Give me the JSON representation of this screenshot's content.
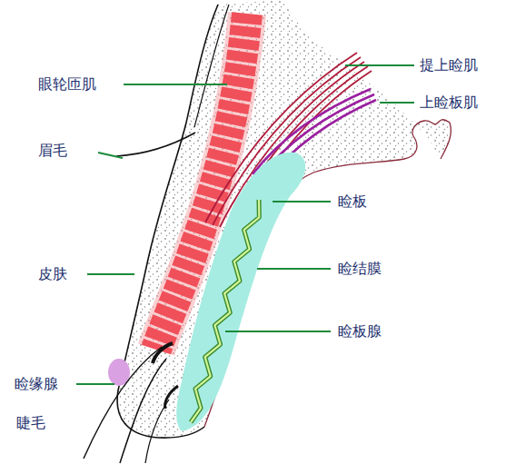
{
  "diagram": {
    "labels": [
      "眼轮匝肌",
      "眉毛",
      "皮肤",
      "睑缘腺",
      "睫毛",
      "提上睑肌",
      "上睑板肌",
      "睑板",
      "睑结膜",
      "睑板腺"
    ]
  }
}
